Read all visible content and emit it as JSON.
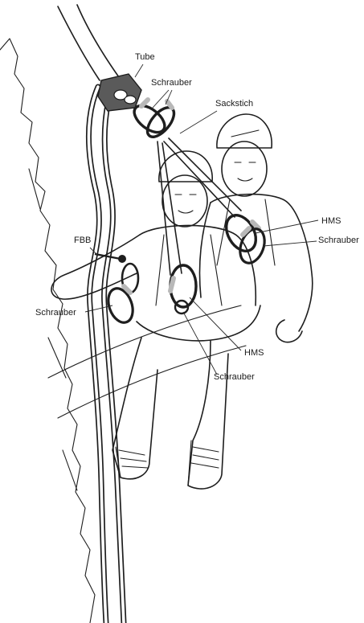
{
  "labels": {
    "tube": "Tube",
    "schrauber_top": "Schrauber",
    "sackstich": "Sackstich",
    "hms_right": "HMS",
    "schrauber_right": "Schrauber",
    "fbb": "FBB",
    "schrauber_left": "Schrauber",
    "hms_bottom": "HMS",
    "schrauber_bottom": "Schrauber"
  },
  "colors": {
    "ink": "#1e1e1e",
    "belay_device": "#5a5a5a",
    "carabiner_fill": "#8a8a8a",
    "screwgate_sleeve": "#b8b8b8",
    "background": "#ffffff"
  },
  "icons": {
    "tube": "belay-tube-device",
    "carabiners": "screwgate-carabiner",
    "helmet": "climbing-helmet"
  }
}
